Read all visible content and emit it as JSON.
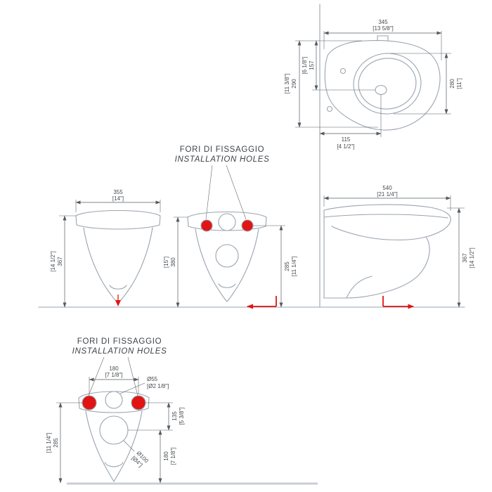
{
  "colors": {
    "accent_red": "#e11414",
    "line_gray": "#9aa4ae",
    "dim_text": "#46494d"
  },
  "drawing": {
    "callout": {
      "line1": "FORI DI FISSAGGIO",
      "line2": "INSTALLATION HOLES"
    },
    "top_view": {
      "width_mm": "345",
      "width_in": "[13 5/8\"]",
      "opening_mm": "280",
      "opening_in": "[11\"]",
      "depth_mm": "290",
      "depth_in": "[11 3/8\"]",
      "drain_mm": "157",
      "drain_in": "[6 1/8\"]",
      "wall_offset_mm": "115",
      "wall_offset_in": "[4 1/2\"]"
    },
    "front_view": {
      "width_mm": "355",
      "width_in": "[14\"]",
      "height_mm": "367",
      "height_in": "[14 1/2\"]"
    },
    "holes_front_view": {
      "height_mm": "380",
      "height_in": "[15\"]",
      "holes_height_mm": "285",
      "holes_height_in": "[11 1/4\"]"
    },
    "side_view": {
      "depth_mm": "540",
      "depth_in": "[21 1/4\"]",
      "height_mm": "367",
      "height_in": "[14 1/2\"]"
    },
    "detail_view": {
      "hole_spacing_mm": "180",
      "hole_spacing_in": "[7 1/8\"]",
      "small_hole_mm": "Ø55",
      "small_hole_in": "[Ø2 1/8\"]",
      "hole_drop_mm": "135",
      "hole_drop_in": "[5 3/8\"]",
      "holes_height_mm": "285",
      "holes_height_in": "[11 1/4\"]",
      "large_hole_mm": "Ø100",
      "large_hole_in": "[Ø4\"]",
      "drain_height_mm": "180",
      "drain_height_in": "[7 1/8\"]"
    }
  }
}
